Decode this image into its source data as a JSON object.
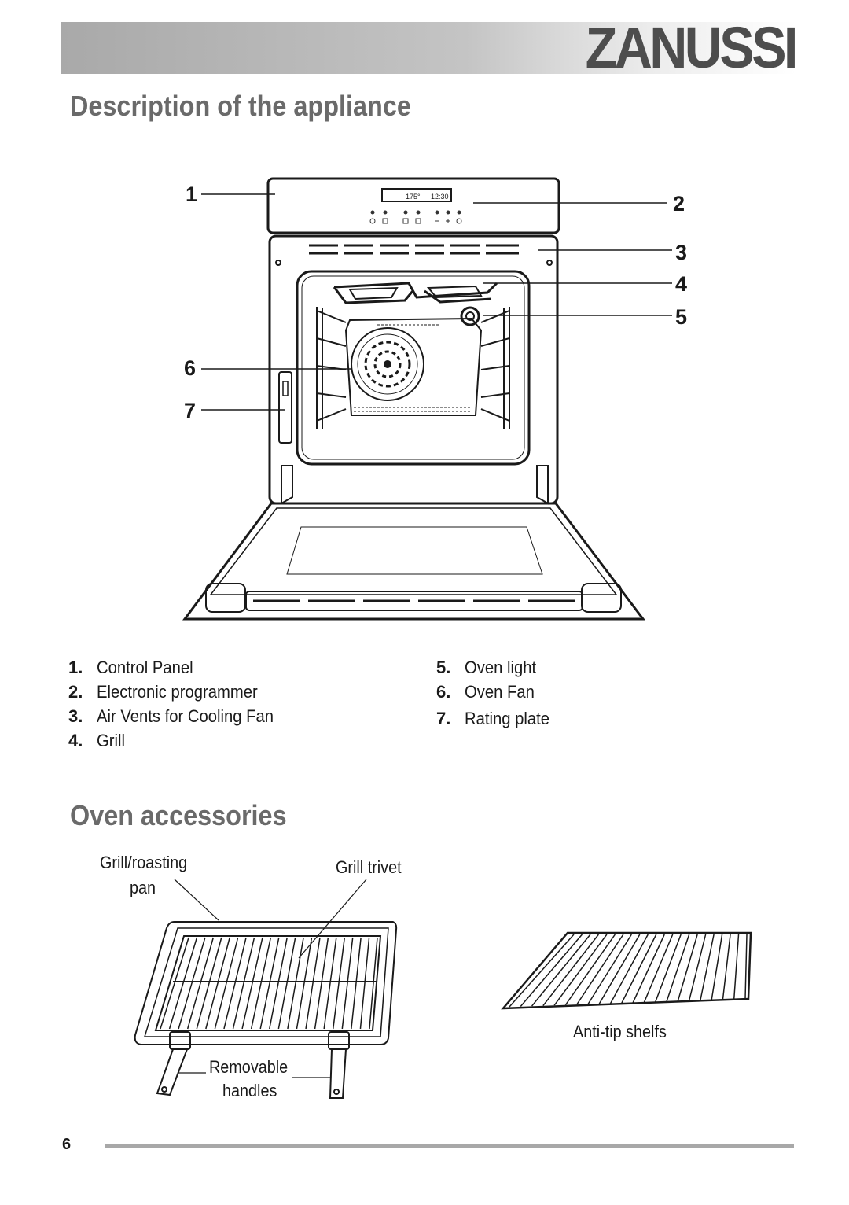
{
  "header": {
    "brand": "ZANUSSI"
  },
  "titles": {
    "appliance": "Description of the appliance",
    "accessories": "Oven accessories"
  },
  "diagram": {
    "callouts": [
      "1",
      "2",
      "3",
      "4",
      "5",
      "6",
      "7"
    ],
    "display": {
      "left": "175°",
      "right": "12:30"
    }
  },
  "legend": {
    "items": [
      {
        "num": "1.",
        "label": "Control Panel"
      },
      {
        "num": "2.",
        "label": "Electronic programmer"
      },
      {
        "num": "3.",
        "label": "Air Vents for Cooling Fan"
      },
      {
        "num": "4.",
        "label": "Grill"
      },
      {
        "num": "5.",
        "label": "Oven light"
      },
      {
        "num": "6.",
        "label": "Oven Fan"
      },
      {
        "num": "7.",
        "label": "Rating plate"
      }
    ]
  },
  "accessories": {
    "pan_label_line1": "Grill/roasting",
    "pan_label_line2": "pan",
    "trivet_label": "Grill trivet",
    "handles_line1": "Removable",
    "handles_line2": "handles",
    "shelf_label": "Anti-tip shelfs"
  },
  "footer": {
    "page_number": "6"
  }
}
